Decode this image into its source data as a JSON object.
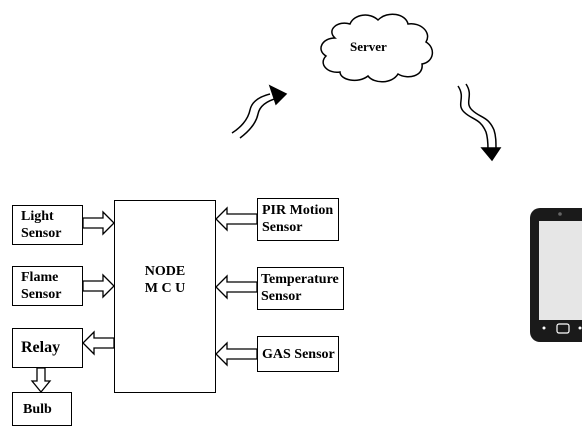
{
  "diagram": {
    "cloud_label": "Server",
    "controller_label": "NODE\nM C U",
    "left_blocks": {
      "light": "Light\nSensor",
      "flame": "Flame\nSensor",
      "relay": "Relay",
      "bulb": "Bulb"
    },
    "right_blocks": {
      "pir": "PIR Motion\nSensor",
      "temperature": "Temperature\nSensor",
      "gas": "GAS Sensor"
    },
    "icons": [
      "cloud-icon",
      "wireless-uplink-icon",
      "wireless-downlink-icon",
      "smartphone-icon"
    ]
  }
}
